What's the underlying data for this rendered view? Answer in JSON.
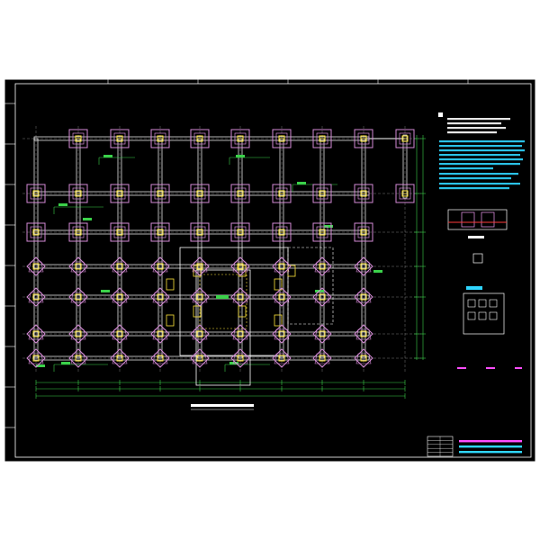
{
  "viewer": {
    "background": "#ffffff",
    "sheet_color": "#000000",
    "frame_color": "#ffffff"
  },
  "colors": {
    "footing": "#d58ad6",
    "column": "#ffe53a",
    "beam": "#ffffff",
    "dimension": "#3bd14a",
    "gridline": "#ffffff",
    "core": "#ffe53a",
    "notes_text": "#ffffff",
    "notes_heading": "#2fd6ff",
    "title_magenta": "#ff4dff"
  },
  "plan": {
    "square_footing_rows": 3,
    "square_footing_cols": 9,
    "diamond_footing_rows": 4,
    "diamond_footing_cols": 9,
    "icons": [
      "square-footing-icon",
      "diamond-footing-icon",
      "column-icon"
    ]
  },
  "title_block": {
    "rows": 5
  },
  "labels": {
    "plan_caption": "",
    "section_caption": "",
    "detail_caption": "",
    "title_magenta": ""
  }
}
